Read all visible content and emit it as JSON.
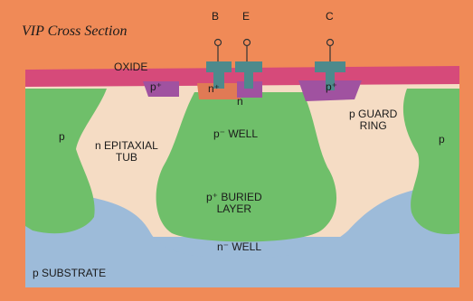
{
  "title": "VIP Cross Section",
  "terminals": {
    "b": "B",
    "e": "E",
    "c": "C"
  },
  "labels": {
    "oxide": "OXIDE",
    "p_plus_base": "p⁺",
    "n_plus_emitter": "n⁺",
    "n_base": "n",
    "p_plus_collector": "p⁺",
    "p_left": "p",
    "p_right": "p",
    "n_epitaxial_tub": "n EPITAXIAL\nTUB",
    "p_minus_well": "p⁻ WELL",
    "p_plus_buried_layer": "p⁺ BURIED\nLAYER",
    "n_minus_well": "n⁻ WELL",
    "p_guard_ring": "p GUARD\nRING",
    "p_substrate": "p SUBSTRATE"
  },
  "colors": {
    "background": "#f08a57",
    "oxide": "#d64a7a",
    "metal": "#4d8a8c",
    "implant": "#a052a0",
    "green": "#6fbf6a",
    "epi": "#f5dcc4",
    "substrate": "#9dbbd9"
  }
}
